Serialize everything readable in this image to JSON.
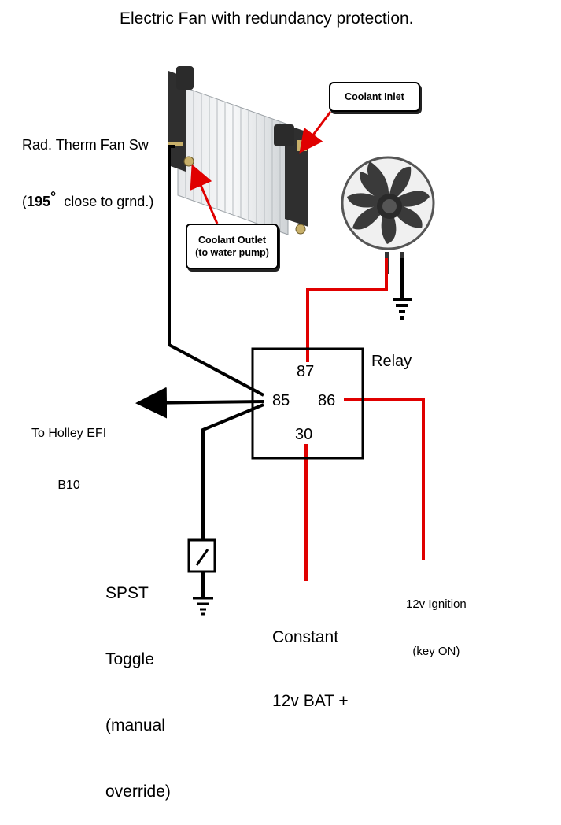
{
  "title": "Electric Fan with redundancy protection.",
  "thermo_switch": {
    "line1": "Rad. Therm Fan Sw",
    "line2_prefix": "(",
    "line2_temp": "195",
    "line2_degree": "°",
    "line2_rest": "  close to grnd.)"
  },
  "callouts": {
    "coolant_inlet": "Coolant Inlet",
    "coolant_outlet_line1": "Coolant Outlet",
    "coolant_outlet_line2": "(to water pump)"
  },
  "relay": {
    "label": "Relay",
    "pin_87": "87",
    "pin_85": "85",
    "pin_86": "86",
    "pin_30": "30"
  },
  "efi": {
    "line1": "To Holley EFI",
    "line2": "B10"
  },
  "toggle": {
    "line1": "SPST",
    "line2": "Toggle",
    "line3": "(manual",
    "line4": "override)"
  },
  "battery": {
    "line1": "Constant",
    "line2": "12v BAT +"
  },
  "ignition": {
    "line1": "12v Ignition",
    "line2": "(key ON)"
  },
  "colors": {
    "wire_power": "#e00000",
    "wire_ground": "#000000",
    "radiator": "#bfc3c6",
    "fan": "#3a3a3a"
  }
}
